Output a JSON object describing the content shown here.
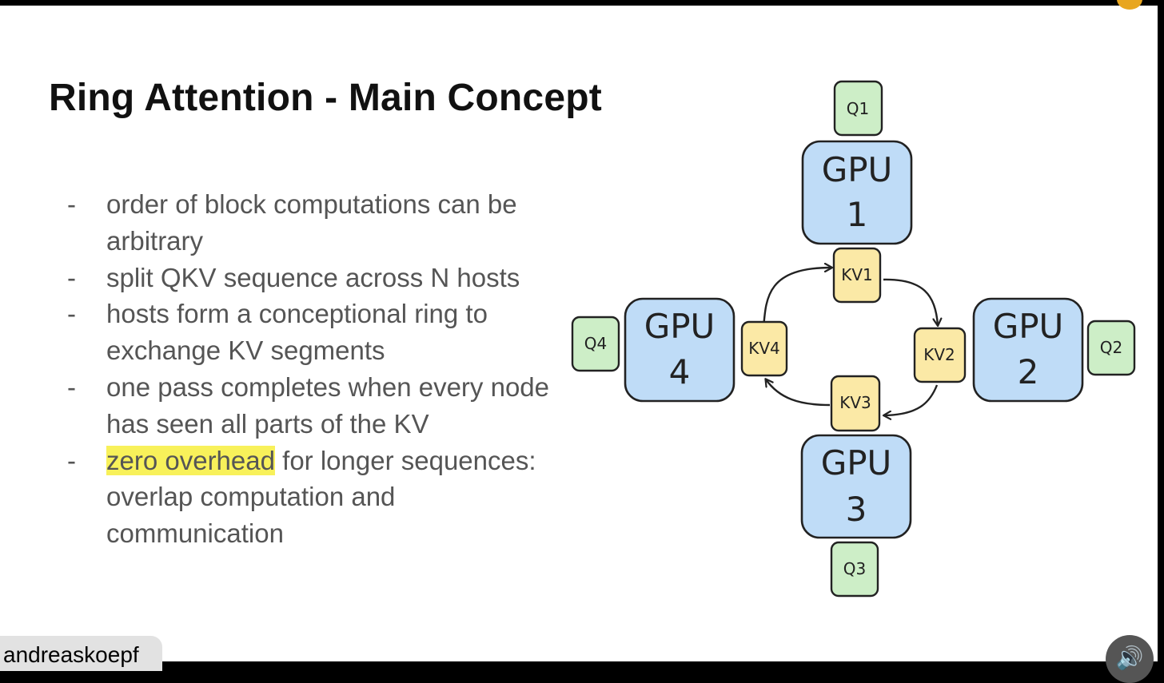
{
  "slide": {
    "title": "Ring Attention - Main Concept",
    "bullets": [
      {
        "text": "order of block computations can be arbitrary"
      },
      {
        "text": "split QKV sequence across N hosts"
      },
      {
        "text": "hosts form a conceptional ring to exchange KV segments"
      },
      {
        "text": "one pass completes when every node has seen all parts of the KV"
      },
      {
        "highlight": "zero overhead",
        "text": " for longer sequences: overlap computation and communication"
      }
    ],
    "bullet_marker": "-",
    "highlight_color": "#f8f15a"
  },
  "diagram": {
    "gpus": [
      {
        "line1": "GPU",
        "line2": "1"
      },
      {
        "line1": "GPU",
        "line2": "2"
      },
      {
        "line1": "GPU",
        "line2": "3"
      },
      {
        "line1": "GPU",
        "line2": "4"
      }
    ],
    "queries": [
      "Q1",
      "Q2",
      "Q3",
      "Q4"
    ],
    "kv_blocks": [
      "KV1",
      "KV2",
      "KV3",
      "KV4"
    ],
    "colors": {
      "gpu": "#bfdcf7",
      "query": "#cdeec7",
      "kv": "#fbe9a6"
    }
  },
  "overlay": {
    "author": "andreaskoepf",
    "speaker_icon": "speaker-icon"
  }
}
